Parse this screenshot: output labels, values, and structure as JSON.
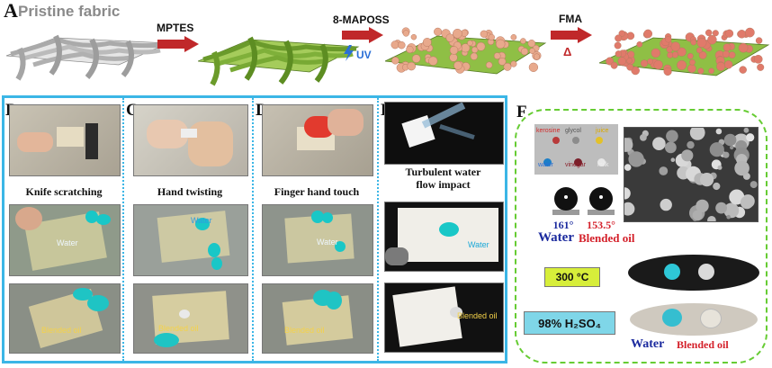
{
  "panel_a": {
    "letter": "A",
    "title": "Pristine fabric",
    "step1": "MPTES",
    "step2": "8-MAPOSS",
    "step2_sub": "UV",
    "step3": "FMA",
    "step3_sub": "Δ"
  },
  "panels": {
    "b": {
      "letter": "B",
      "caption": "Knife scratching",
      "water": "Water",
      "oil": "Blended oil"
    },
    "c": {
      "letter": "C",
      "caption": "Hand twisting",
      "water": "Water",
      "oil": "Blended oil"
    },
    "d": {
      "letter": "D",
      "caption": "Finger hand touch",
      "water": "Water",
      "oil": "Blended oil"
    },
    "e": {
      "letter": "E",
      "caption_line1": "Turbulent water",
      "caption_line2": "flow impact",
      "water": "Water",
      "oil": "Blended oil"
    }
  },
  "panel_f": {
    "letter": "F",
    "liquids": [
      "kerosine",
      "glycol",
      "juice",
      "water",
      "vinegar",
      "milk"
    ],
    "angle_water": "161°",
    "angle_oil": "153.5°",
    "label_water": "Water",
    "label_oil": "Blended oil",
    "temperature": "300 °C",
    "acid": "98% H₂SO₄",
    "bottom_water": "Water",
    "bottom_oil": "Blended oil"
  },
  "colors": {
    "frame_blue": "#3bb6e6",
    "frame_green": "#66cc33",
    "arrow_red": "#c0282a",
    "fabric_green": "#7fb03a",
    "particle": "#e8a98c",
    "temp_box": "#d7ee3a",
    "acid_box": "#7fd6e8"
  }
}
